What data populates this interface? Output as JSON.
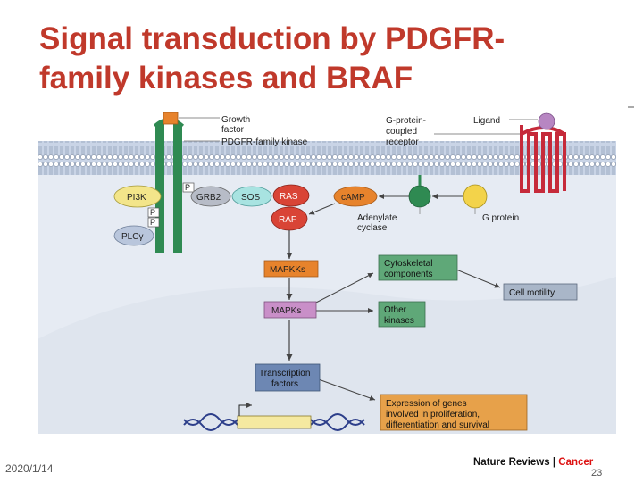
{
  "title": {
    "line1": "Signal transduction by PDGFR-",
    "line2": "family kinases and BRAF"
  },
  "labels": {
    "growth_factor_1": "Growth",
    "growth_factor_2": "factor",
    "pdgfr_kinase": "PDGFR-family kinase",
    "gpcr_1": "G-protein-",
    "gpcr_2": "coupled",
    "gpcr_3": "receptor",
    "ligand": "Ligand",
    "pi3k": "PI3K",
    "p1": "P",
    "p2": "P",
    "p3": "P",
    "plcg": "PLCγ",
    "grb2": "GRB2",
    "sos": "SOS",
    "ras": "RAS",
    "camp": "cAMP",
    "raf": "RAF",
    "adenylate_1": "Adenylate",
    "adenylate_2": "cyclase",
    "g_protein": "G protein",
    "mapkks": "MAPKKs",
    "mapks": "MAPKs",
    "cyto_1": "Cytoskeletal",
    "cyto_2": "components",
    "cell_motility": "Cell motility",
    "other_1": "Other",
    "other_2": "kinases",
    "tf_1": "Transcription",
    "tf_2": "factors",
    "expr_1": "Expression of genes",
    "expr_2": "involved in proliferation,",
    "expr_3": "differentiation and survival"
  },
  "footer": {
    "date": "2020/1/14",
    "page": "23",
    "brand_a": "Nature Reviews | ",
    "brand_b": "Cancer"
  },
  "colors": {
    "title": "#c0392b",
    "membrane": "#8fa8c8",
    "cytoplasm": "#e9eef5",
    "receptor": "#2f8a52",
    "ras": "#d94436",
    "mapkk": "#e7832c",
    "mapk": "#c98fc8",
    "tf": "#6d87b3",
    "teal_box": "#5fa878",
    "gpcr": "#c62a3a",
    "expr_box": "#e7a14a"
  }
}
